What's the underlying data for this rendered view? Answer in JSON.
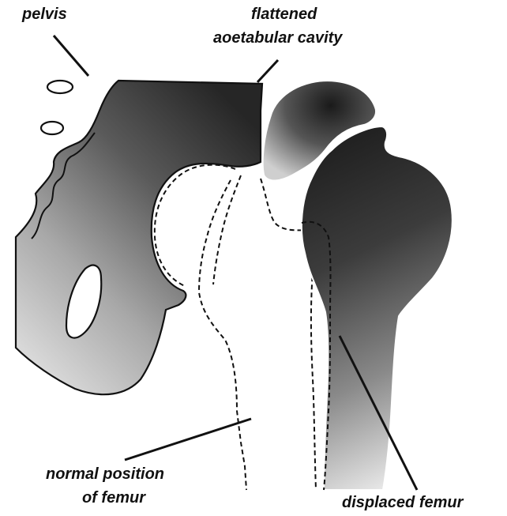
{
  "diagram": {
    "labels": {
      "pelvis": "pelvis",
      "cavity_line1": "flattened",
      "cavity_line2": "aoetabular cavity",
      "normal_line1": "normal position",
      "normal_line2": "of femur",
      "displaced": "displaced femur"
    },
    "colors": {
      "bone_dark": "#2a2a2a",
      "bone_mid": "#7a7a7a",
      "bone_light": "#cfcfcf",
      "outline": "#111111",
      "background": "#ffffff"
    }
  }
}
